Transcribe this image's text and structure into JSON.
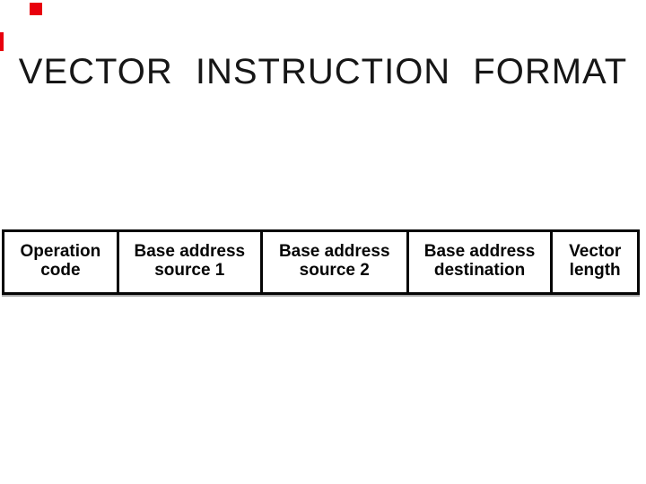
{
  "slide": {
    "title": "VECTOR INSTRUCTION FORMAT",
    "background_color": "#ffffff",
    "text_color": "#161616"
  },
  "decorations": {
    "corner_square_color": "#e8000d",
    "edge_bar_color": "#e8000d"
  },
  "format_table": {
    "border_color": "#050505",
    "shadow_color": "#a9a9a9",
    "cells": [
      {
        "line1": "Operation",
        "line2": "code"
      },
      {
        "line1": "Base address",
        "line2": "source 1"
      },
      {
        "line1": "Base address",
        "line2": "source 2"
      },
      {
        "line1": "Base address",
        "line2": "destination"
      },
      {
        "line1": "Vector",
        "line2": "length"
      }
    ]
  }
}
